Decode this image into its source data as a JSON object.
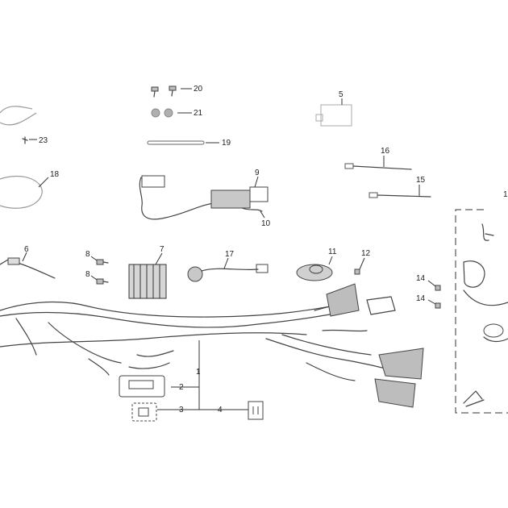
{
  "callouts": {
    "c1": "1",
    "c2": "2",
    "c3": "3",
    "c4": "4",
    "c5": "5",
    "c6": "6",
    "c7": "7",
    "c8a": "8",
    "c8b": "8",
    "c9": "9",
    "c10": "10",
    "c11": "11",
    "c12": "12",
    "c14a": "14",
    "c14b": "14",
    "c15": "15",
    "c16": "16",
    "c17": "17",
    "c18": "18",
    "c19": "19",
    "c20": "20",
    "c21": "21",
    "c23": "23",
    "c_edge": "1"
  }
}
